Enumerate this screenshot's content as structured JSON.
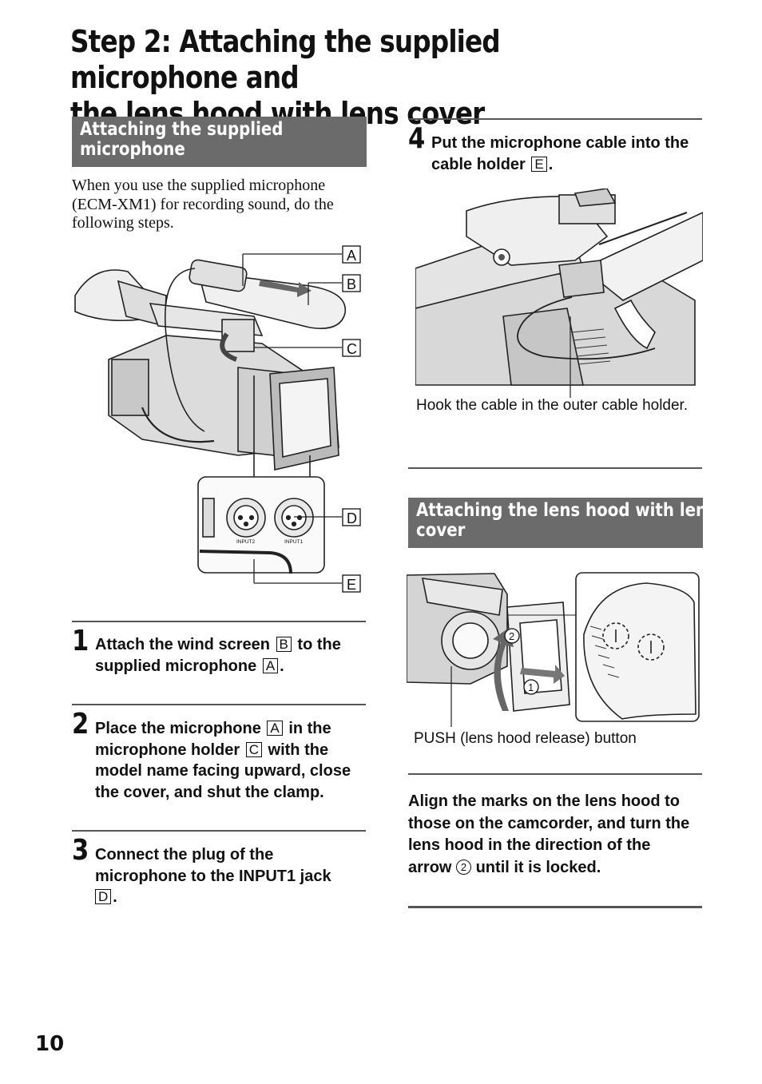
{
  "title": {
    "line1": "Step 2: Attaching the supplied microphone and",
    "line2": "the lens hood with lens cover"
  },
  "section_mic": {
    "heading_line1": "Attaching the supplied",
    "heading_line2": "microphone",
    "intro_line1": "When you use the supplied microphone",
    "intro_line2": "(ECM-XM1) for recording sound, do the",
    "intro_line3": "following steps."
  },
  "figure_mic": {
    "label_a": "A",
    "label_b": "B",
    "label_c": "C",
    "label_d": "D",
    "label_e": "E",
    "jack_input2": "INPUT2",
    "jack_input1": "INPUT1"
  },
  "steps": {
    "s1": {
      "number": "1",
      "t1": "Attach the wind screen",
      "box1": "B",
      "t2": "to the",
      "t3": "supplied microphone",
      "box2": "A",
      "t4": "."
    },
    "s2": {
      "number": "2",
      "t1": "Place the microphone",
      "box1": "A",
      "t2": "in the",
      "t3": "microphone holder",
      "box2": "C",
      "t4": "with the",
      "line3": "model name facing upward, close",
      "line4": "the cover, and shut the clamp."
    },
    "s3": {
      "number": "3",
      "line1": "Connect the plug of the",
      "line2": "microphone to the INPUT1 jack",
      "box1": "D",
      "t3": "."
    },
    "s4": {
      "number": "4",
      "line1": "Put the microphone cable into the",
      "t2": "cable holder",
      "box1": "E",
      "t3": "."
    }
  },
  "figure_cable": {
    "caption": "Hook the cable in the outer cable holder."
  },
  "section_hood": {
    "heading_line1": "Attaching the lens hood with lens",
    "heading_line2": "cover"
  },
  "figure_hood": {
    "mark1": "1",
    "mark2": "2",
    "caption": "PUSH (lens hood release) button"
  },
  "align_text": {
    "line1": "Align the marks on the lens hood to",
    "line2": "those on the camcorder, and turn the",
    "line3": "lens hood in the direction of the",
    "t4a": "arrow",
    "circ": "2",
    "t4b": "until it is locked."
  },
  "page_number": "10"
}
